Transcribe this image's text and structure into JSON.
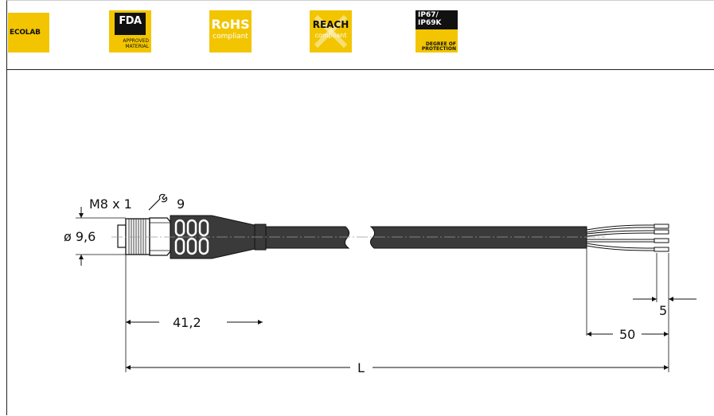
{
  "badges": {
    "ecolab": "ECOLAB",
    "fda": {
      "logo": "FDA",
      "line1": "APPROVED",
      "line2": "MATERIAL"
    },
    "rohs": {
      "title": "RoHS",
      "subtitle": "compliant"
    },
    "reach": {
      "title": "REACH",
      "subtitle": "compliant"
    },
    "ip": {
      "line1": "IP67/",
      "line2": "IP69K",
      "desc1": "DEGREE OF",
      "desc2": "PROTECTION"
    }
  },
  "dimensions": {
    "thread": "M8 x 1",
    "wrench": "9",
    "diameter": "ø 9,6",
    "connector_length": "41,2",
    "strip_length": "50",
    "wire_end": "5",
    "cable_length": "L"
  },
  "colors": {
    "badge_yellow": "#f2c500",
    "ink": "#111111",
    "cable": "#3a3a3a"
  },
  "icons": [
    "wrench-icon"
  ]
}
